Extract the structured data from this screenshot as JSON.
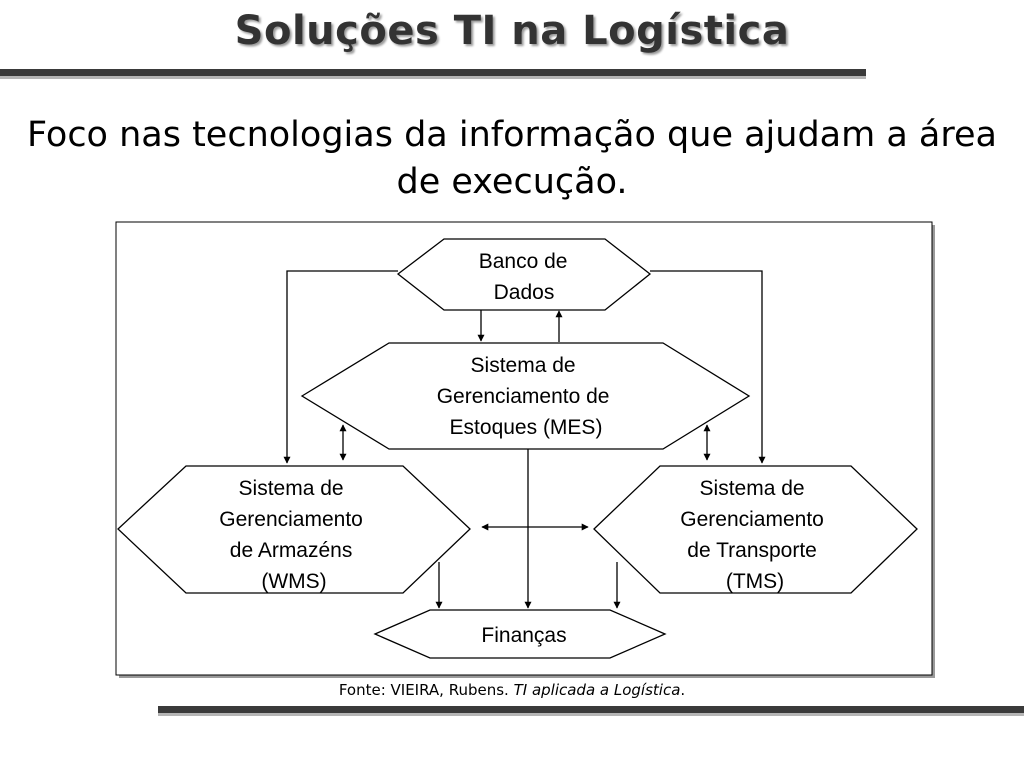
{
  "slide": {
    "title": "Soluções TI na Logística",
    "subtitle": "Foco nas tecnologias da informação que ajudam a área de execução."
  },
  "diagram": {
    "nodes": {
      "banco": [
        "Banco de",
        "Dados"
      ],
      "mes": [
        "Sistema de",
        "Gerenciamento de",
        "Estoques (MES)"
      ],
      "wms": [
        "Sistema de",
        "Gerenciamento",
        "de Armazéns",
        "(WMS)"
      ],
      "tms": [
        "Sistema de",
        "Gerenciamento",
        "de Transporte",
        "(TMS)"
      ],
      "financas": [
        "Finanças"
      ]
    }
  },
  "source": {
    "prefix": "Fonte: VIEIRA, Rubens. ",
    "title": "TI aplicada a Logística",
    "suffix": "."
  }
}
